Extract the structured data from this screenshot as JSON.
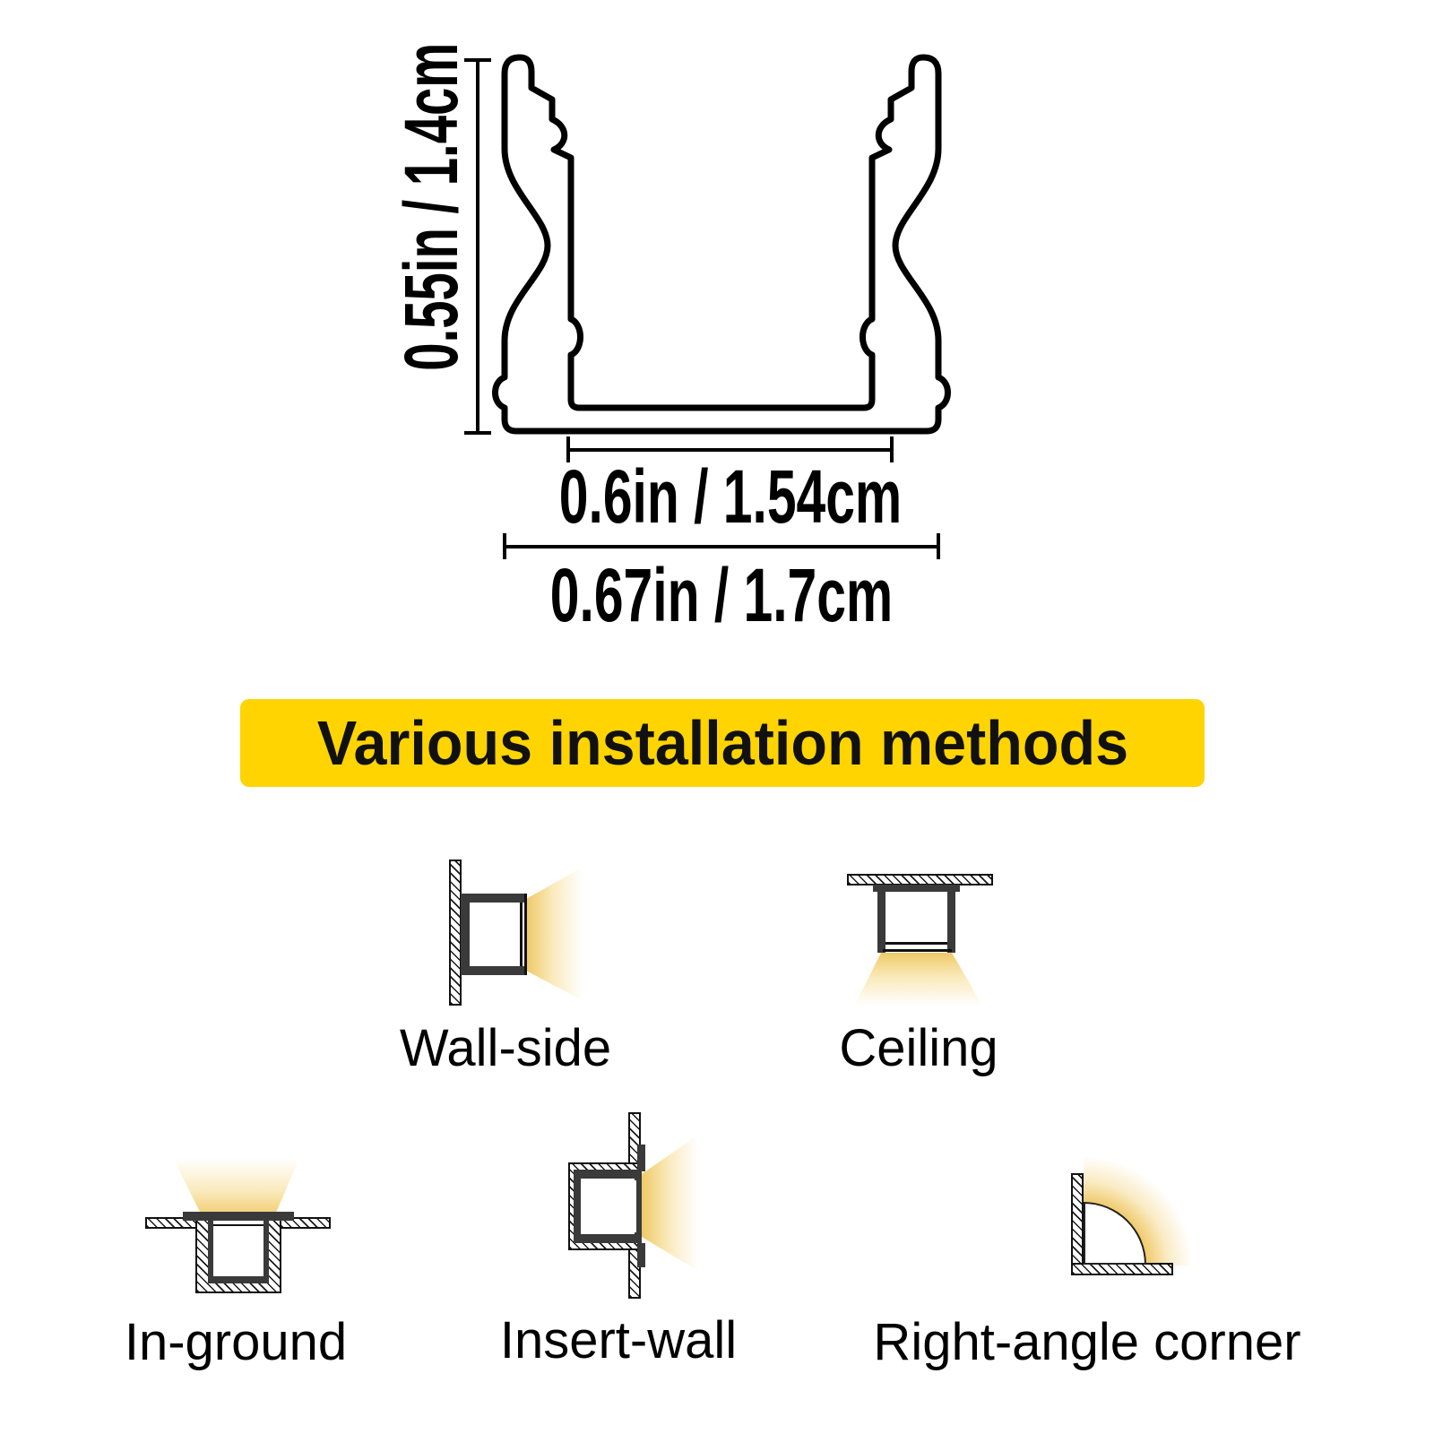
{
  "profile_diagram": {
    "height_label": "0.55in / 1.4cm",
    "inner_width_label": "0.6in / 1.54cm",
    "outer_width_label": "0.67in / 1.7cm"
  },
  "banner": {
    "text": "Various installation methods",
    "bg_color": "#FFD400",
    "text_color": "#111111"
  },
  "installation_methods": [
    {
      "label": "Wall-side"
    },
    {
      "label": "Ceiling"
    },
    {
      "label": "In-ground"
    },
    {
      "label": "Insert-wall"
    },
    {
      "label": "Right-angle corner"
    }
  ],
  "colors": {
    "outline": "#000000",
    "channel_dark": "#3a3a3a",
    "glow_strong": "#EFC65F",
    "glow_soft": "#F8E3A6"
  }
}
